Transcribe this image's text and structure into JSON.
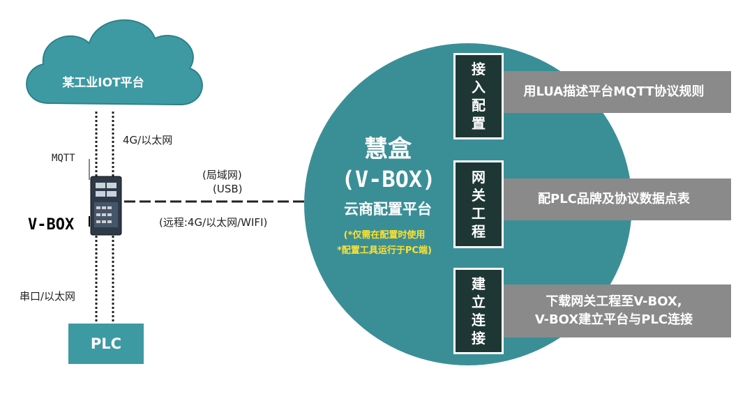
{
  "cloud": {
    "label": "某工业IOT平台"
  },
  "links": {
    "cloud_link": "4G/以太网",
    "mqtt": "MQTT",
    "lan": "(局域网)",
    "usb": "(USB)",
    "remote": "(远程:4G/以太网/WIFI)",
    "serial": "串口/以太网"
  },
  "device": {
    "label": "V-BOX"
  },
  "plc": {
    "label": "PLC"
  },
  "platform": {
    "title1": "慧盒",
    "title2": "(V-BOX)",
    "subtitle": "云商配置平台",
    "note1": "(*仅需在配置时使用",
    "note2": "*配置工具运行于PC端)"
  },
  "steps": [
    {
      "title": "接入配置",
      "desc1": "用LUA描述平台MQTT协议规则",
      "desc2": ""
    },
    {
      "title": "网关工程",
      "desc1": "配PLC品牌及协议数据点表",
      "desc2": ""
    },
    {
      "title": "建立连接",
      "desc1": "下载网关工程至V-BOX,",
      "desc2": "V-BOX建立平台与PLC连接"
    }
  ],
  "colors": {
    "teal": "#3a8f97",
    "plc_teal": "#3d9aa3",
    "cloud": "#3d9aa3",
    "dark_box": "#1e3734",
    "gray_band": "#8a8a8a",
    "note_yellow": "#ffe12e"
  }
}
